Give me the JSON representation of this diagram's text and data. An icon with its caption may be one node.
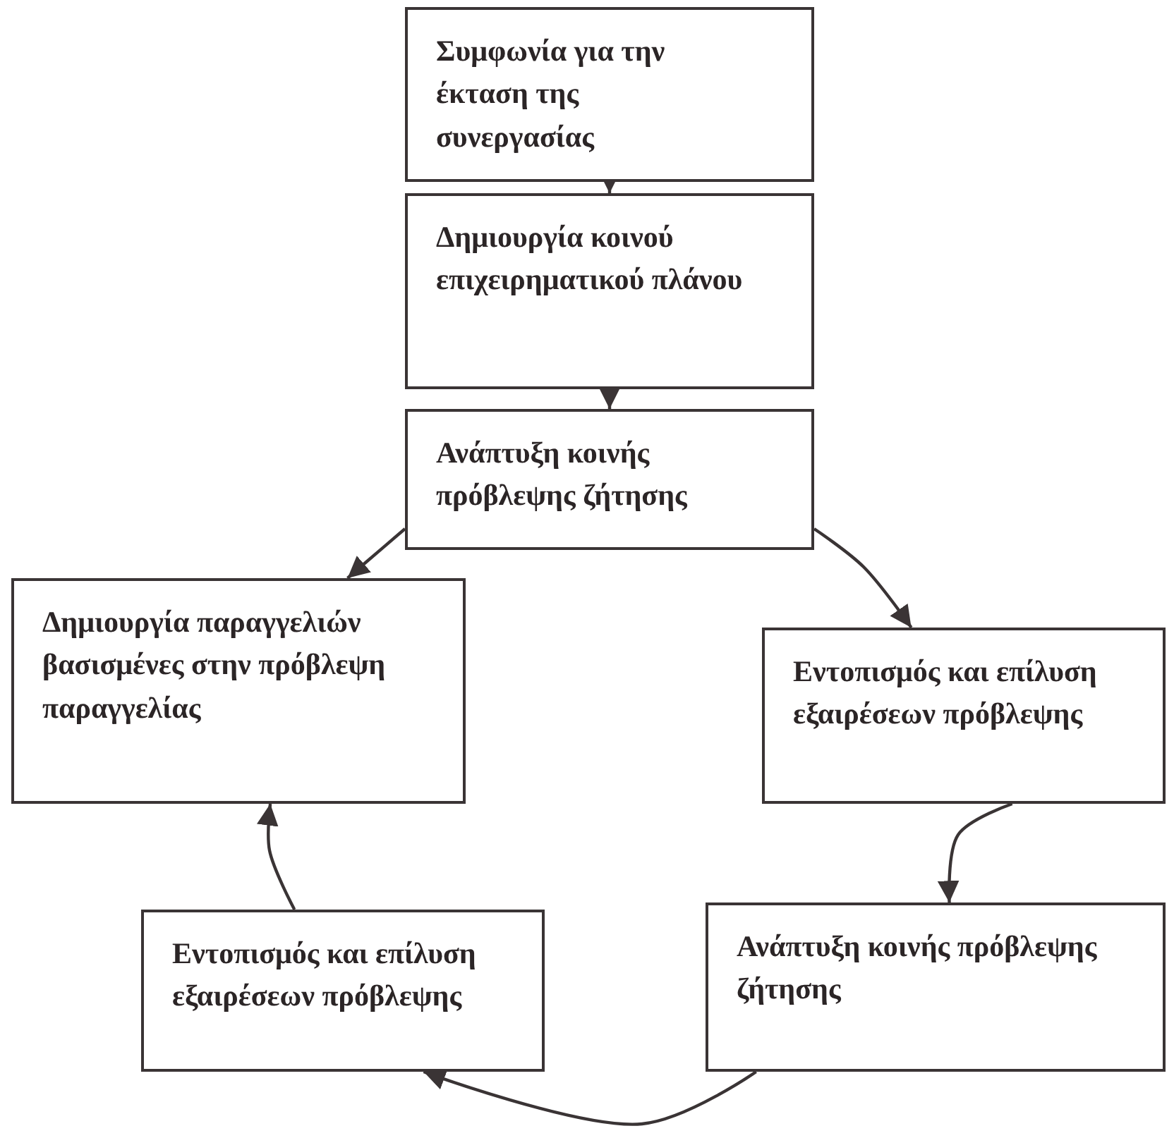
{
  "diagram": {
    "nodes": [
      {
        "text": [
          "Συμφωνία για την έκταση της συνεργασίας"
        ]
      },
      {
        "text": [
          "Δημιουργία κοινού επιχειρηματικού πλάνου"
        ]
      },
      {
        "text": [
          "Ανάπτυξη κοινής πρόβλεψης ζήτησης"
        ]
      },
      {
        "text": [
          "Δημιουργία παραγγελιών βασισμένες στην πρόβλεψη παραγγελίας"
        ]
      },
      {
        "text": [
          "Εντοπισμός και επίλυση εξαιρέσεων πρόβλεψης"
        ]
      },
      {
        "text": [
          "Εντοπισμός και επίλυση εξαιρέσεων πρόβλεψης"
        ]
      },
      {
        "text": [
          "Ανάπτυξη κοινής πρόβλεψης ζήτησης"
        ]
      }
    ],
    "edges": [
      {
        "from": 0,
        "to": 1,
        "arrow": "to"
      },
      {
        "from": 1,
        "to": 2,
        "arrow": "to"
      },
      {
        "from": 2,
        "to": 4,
        "arrow": "to"
      },
      {
        "from": 2,
        "to": 3,
        "arrow": "to"
      },
      {
        "from": 4,
        "to": 6,
        "arrow": "to"
      },
      {
        "from": 6,
        "to": 5,
        "arrow": "to"
      },
      {
        "from": 5,
        "to": 3,
        "arrow": "to"
      }
    ]
  }
}
